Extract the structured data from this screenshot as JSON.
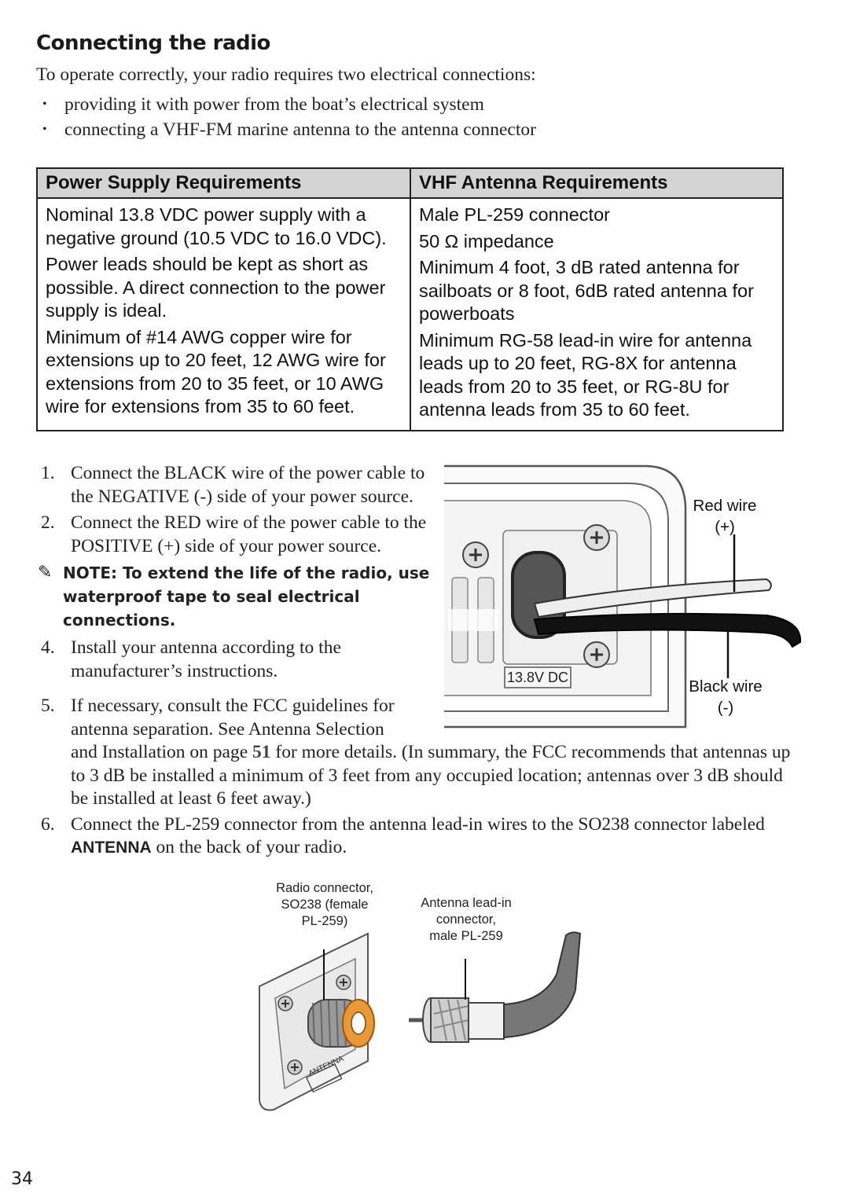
{
  "heading": "Connecting the radio",
  "intro": "To operate correctly, your radio requires two electrical connections:",
  "bullets": [
    "providing it with power from the boat’s electrical system",
    "connecting a VHF-FM marine antenna to the antenna connector"
  ],
  "table": {
    "power_header": "Power Supply Requirements",
    "vhf_header": "VHF Antenna Requirements",
    "power_items": [
      "Nominal 13.8 VDC power supply with a negative ground (10.5 VDC to 16.0 VDC).",
      "Power leads should be kept as short as possible. A direct connection to the power supply is ideal.",
      "Minimum of #14 AWG copper wire for extensions up to 20 feet, 12 AWG wire for extensions from 20 to 35 feet, or 10 AWG wire for extensions from 35 to 60 feet."
    ],
    "vhf_items": [
      "Male PL-259 connector",
      "50 Ω impedance",
      "Minimum 4 foot, 3 dB rated antenna for sailboats or 8 foot, 6dB rated antenna for powerboats",
      "Minimum RG-58 lead-in wire for antenna leads up to 20 feet, RG-8X for antenna leads from 20 to 35 feet, or RG-8U for antenna leads from 35 to 60 feet."
    ]
  },
  "steps": {
    "s1_num": "1.",
    "s1": "Connect the BLACK wire of the power cable to the NEGATIVE (-) side of your power source.",
    "s2_num": "2.",
    "s2": "Connect the RED wire of the power cable to the POSITIVE (+) side of your power source.",
    "note": "NOTE: To extend the life of the radio, use waterproof tape to seal electrical connections.",
    "s4_num": "4.",
    "s4": "Install your antenna according to the manufacturer’s instructions.",
    "s5_num": "5.",
    "s5_a": "If necessary, consult the FCC guidelines for",
    "s5_b": "antenna separation. See Antenna Selection",
    "s5_c": "and Installation on page ",
    "s5_page": "51",
    "s5_d": " for more details. (In summary, the FCC recommends that antennas up to 3 dB be installed a minimum of 3 feet from any occupied location; antennas over 3 dB should be installed at least 6 feet away.)",
    "s6_num": "6.",
    "s6_a": "Connect the PL-259 connector from the antenna lead-in wires to the SO238 connector labeled ",
    "s6_label": "ANTENNA",
    "s6_b": " on the back of your radio."
  },
  "figure_power": {
    "red_wire": "Red wire",
    "red_sign": "(+)",
    "black_wire": "Black wire",
    "black_sign": "(-)",
    "voltage_label": "13.8V DC"
  },
  "figure_antenna": {
    "radio_conn_1": "Radio connector,",
    "radio_conn_2": "SO238 (female",
    "radio_conn_3": "PL-259)",
    "lead_1": "Antenna lead-in",
    "lead_2": "connector,",
    "lead_3": "male PL-259",
    "plate_label": "ANTENNA"
  },
  "page_number": "34"
}
